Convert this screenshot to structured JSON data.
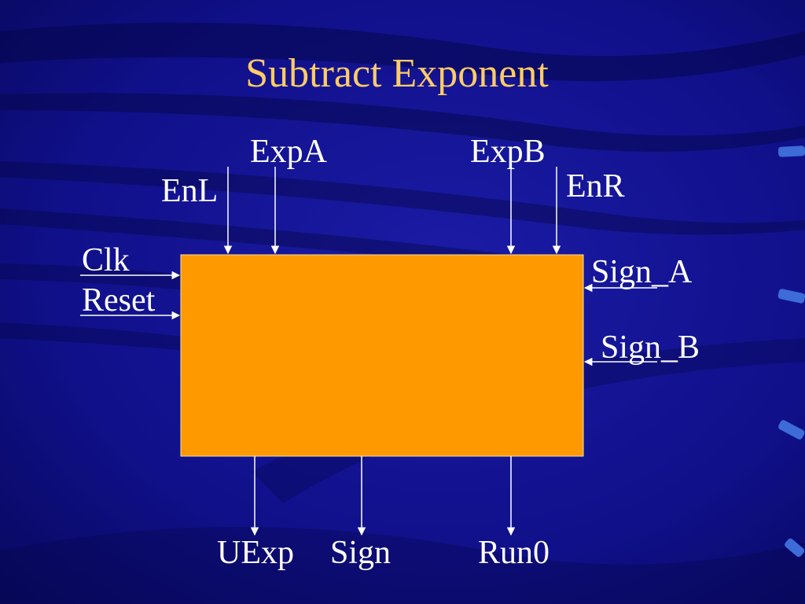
{
  "slide": {
    "title": "Subtract Exponent",
    "colors": {
      "background": "#0a0a6e",
      "title": "#ffcc66",
      "block": "#ff9900",
      "text": "#ffffff"
    }
  },
  "diagram": {
    "block_label": "",
    "inputs_top": [
      "EnL",
      "ExpA",
      "ExpB",
      "EnR"
    ],
    "inputs_left": [
      "Clk",
      "Reset"
    ],
    "inputs_right": [
      "Sign_A",
      "Sign_B"
    ],
    "outputs_bottom": [
      "UExp",
      "Sign",
      "Run0"
    ]
  }
}
